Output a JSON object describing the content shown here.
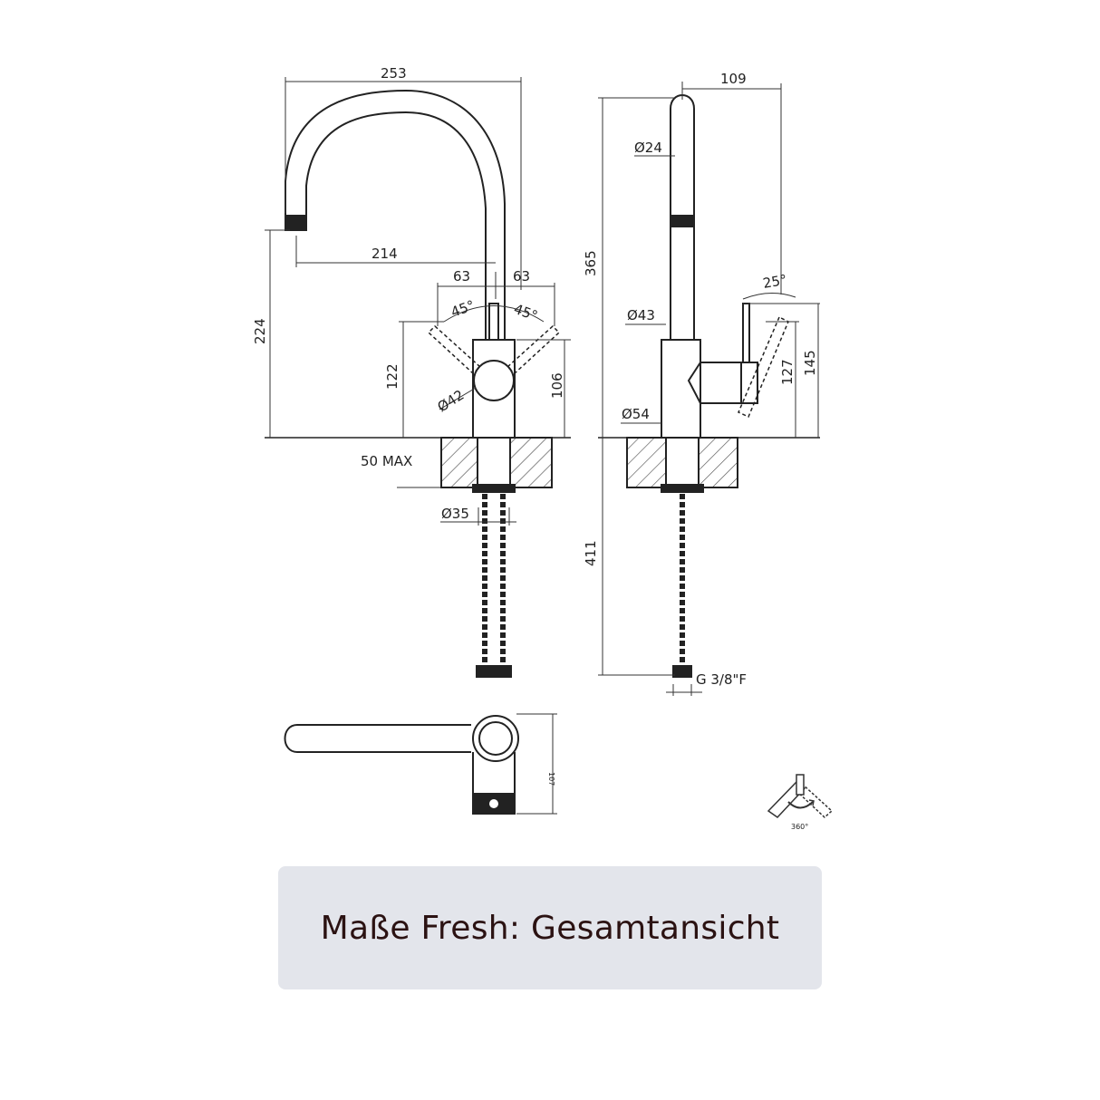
{
  "caption": "Maße Fresh: Gesamtansicht",
  "front": {
    "width_total": "253",
    "spout_reach": "214",
    "height_spout": "224",
    "offset_left": "63",
    "offset_right": "63",
    "angle_left": "45°",
    "angle_right": "45°",
    "body_height_left": "122",
    "body_height_right": "106",
    "body_diameter": "Ø42",
    "counter_thickness": "50 MAX",
    "shank_diameter": "Ø35"
  },
  "side": {
    "spout_offset": "109",
    "tube_diameter": "Ø24",
    "total_height": "365",
    "angle": "25°",
    "upper_diameter": "Ø43",
    "lever_height": "127",
    "lever_total_height": "145",
    "base_diameter": "Ø54",
    "hose_length": "411",
    "connection": "G 3/8\"F"
  },
  "top": {
    "depth": "107"
  },
  "rotation_icon": {
    "label": "360°"
  }
}
